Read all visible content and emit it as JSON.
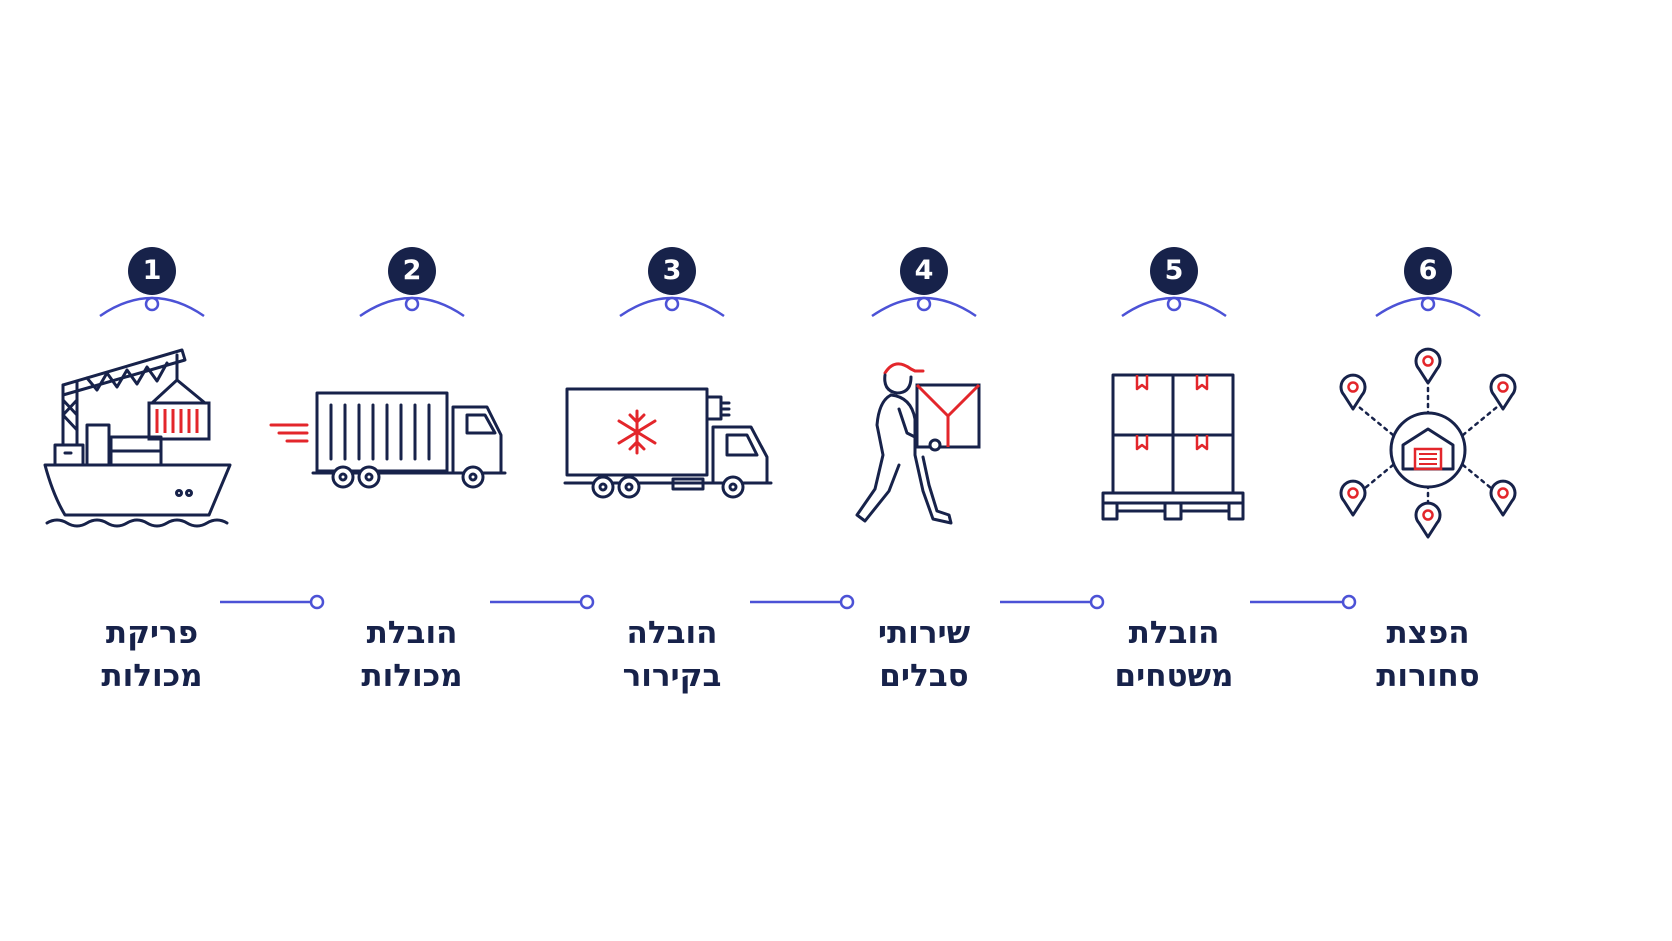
{
  "colors": {
    "navy": "#17224a",
    "accent_red": "#e3262b",
    "connector_blue": "#4c52d6"
  },
  "steps": [
    {
      "number": "1",
      "line1": "פריקת",
      "line2": "מכולות",
      "icon": "cargo-ship-crane-icon"
    },
    {
      "number": "2",
      "line1": "הובלת",
      "line2": "מכולות",
      "icon": "container-truck-icon"
    },
    {
      "number": "3",
      "line1": "הובלה",
      "line2": "בקירור",
      "icon": "refrigerated-truck-icon"
    },
    {
      "number": "4",
      "line1": "שירותי",
      "line2": "סבלים",
      "icon": "porter-carrying-box-icon"
    },
    {
      "number": "5",
      "line1": "הובלת",
      "line2": "משטחים",
      "icon": "pallet-boxes-icon"
    },
    {
      "number": "6",
      "line1": "הפצת",
      "line2": "סחורות",
      "icon": "warehouse-distribution-icon"
    }
  ]
}
